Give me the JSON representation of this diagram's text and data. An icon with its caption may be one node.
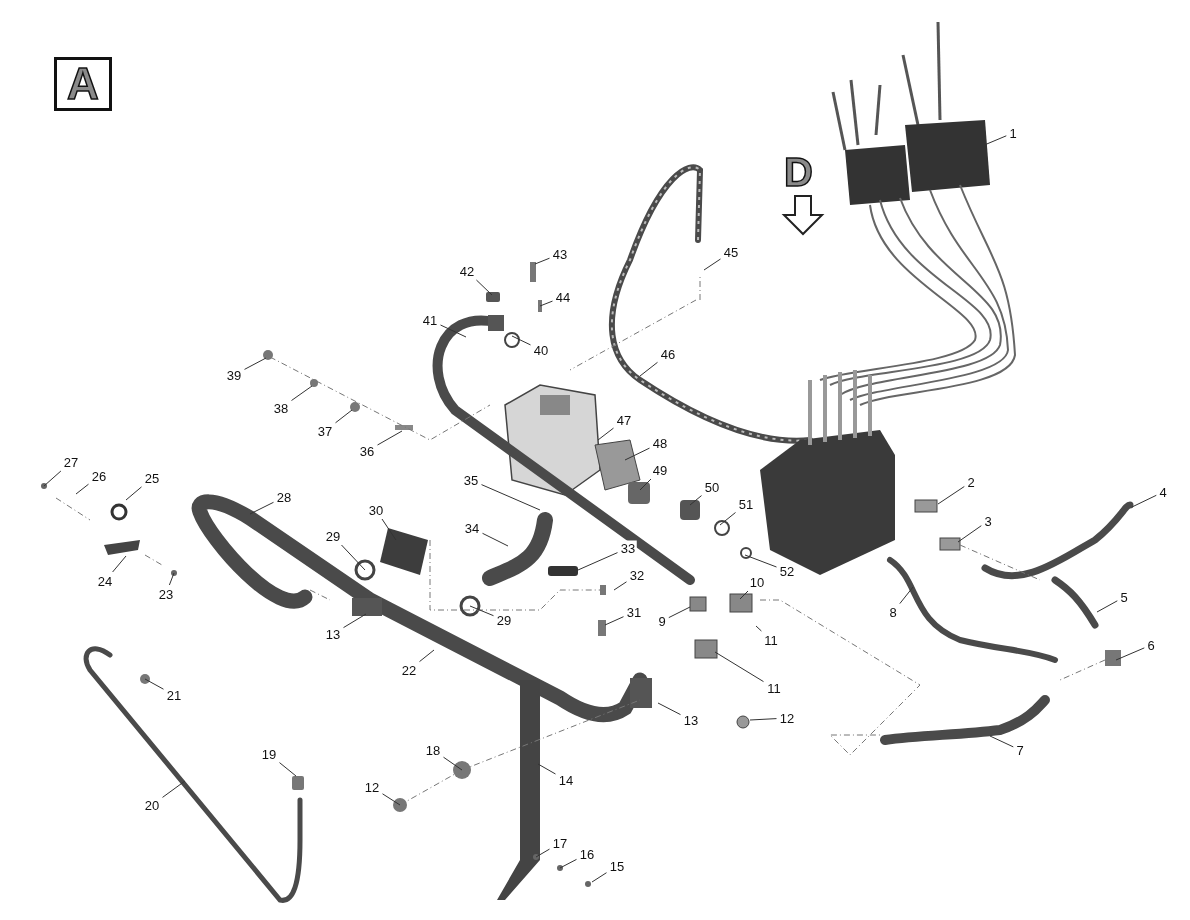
{
  "diagram": {
    "nodes": [
      {
        "text": [
          "A"
        ]
      },
      {
        "text": [
          "1"
        ]
      },
      {
        "text": [
          "2"
        ]
      },
      {
        "text": [
          "3"
        ]
      },
      {
        "text": [
          "4"
        ]
      },
      {
        "text": [
          "5"
        ]
      },
      {
        "text": [
          "6"
        ]
      },
      {
        "text": [
          "7"
        ]
      },
      {
        "text": [
          "8"
        ]
      },
      {
        "text": [
          "9"
        ]
      },
      {
        "text": [
          "10"
        ]
      },
      {
        "text": [
          "11"
        ]
      },
      {
        "text": [
          "11"
        ]
      },
      {
        "text": [
          "12"
        ]
      },
      {
        "text": [
          "12"
        ]
      },
      {
        "text": [
          "13"
        ]
      },
      {
        "text": [
          "13"
        ]
      },
      {
        "text": [
          "14"
        ]
      },
      {
        "text": [
          "15"
        ]
      },
      {
        "text": [
          "16"
        ]
      },
      {
        "text": [
          "17"
        ]
      },
      {
        "text": [
          "18"
        ]
      },
      {
        "text": [
          "19"
        ]
      },
      {
        "text": [
          "20"
        ]
      },
      {
        "text": [
          "21"
        ]
      },
      {
        "text": [
          "22"
        ]
      },
      {
        "text": [
          "23"
        ]
      },
      {
        "text": [
          "24"
        ]
      },
      {
        "text": [
          "25"
        ]
      },
      {
        "text": [
          "26"
        ]
      },
      {
        "text": [
          "27"
        ]
      },
      {
        "text": [
          "28"
        ]
      },
      {
        "text": [
          "29"
        ]
      },
      {
        "text": [
          "29"
        ]
      },
      {
        "text": [
          "30"
        ]
      },
      {
        "text": [
          "31"
        ]
      },
      {
        "text": [
          "32"
        ]
      },
      {
        "text": [
          "33"
        ]
      },
      {
        "text": [
          "34"
        ]
      },
      {
        "text": [
          "35"
        ]
      },
      {
        "text": [
          "36"
        ]
      },
      {
        "text": [
          "37"
        ]
      },
      {
        "text": [
          "38"
        ]
      },
      {
        "text": [
          "39"
        ]
      },
      {
        "text": [
          "40"
        ]
      },
      {
        "text": [
          "41"
        ]
      },
      {
        "text": [
          "42"
        ]
      },
      {
        "text": [
          "43"
        ]
      },
      {
        "text": [
          "44"
        ]
      },
      {
        "text": [
          "45"
        ]
      },
      {
        "text": [
          "46"
        ]
      },
      {
        "text": [
          "47"
        ]
      },
      {
        "text": [
          "48"
        ]
      },
      {
        "text": [
          "49"
        ]
      },
      {
        "text": [
          "50"
        ]
      },
      {
        "text": [
          "51"
        ]
      },
      {
        "text": [
          "52"
        ]
      }
    ],
    "edges": [
      {
        "from": 1,
        "to": null,
        "arrow": "none"
      },
      {
        "from": 2,
        "to": null,
        "arrow": "none"
      },
      {
        "from": 3,
        "to": null,
        "arrow": "none"
      },
      {
        "from": 4,
        "to": null,
        "arrow": "none"
      },
      {
        "from": 5,
        "to": null,
        "arrow": "none"
      },
      {
        "from": 6,
        "to": null,
        "arrow": "none"
      },
      {
        "from": 7,
        "to": null,
        "arrow": "none"
      },
      {
        "from": 8,
        "to": null,
        "arrow": "none"
      },
      {
        "from": 9,
        "to": null,
        "arrow": "none"
      },
      {
        "from": 10,
        "to": null,
        "arrow": "none"
      },
      {
        "from": 11,
        "to": null,
        "arrow": "none"
      },
      {
        "from": 12,
        "to": null,
        "arrow": "none"
      },
      {
        "from": 13,
        "to": null,
        "arrow": "none"
      },
      {
        "from": 14,
        "to": null,
        "arrow": "none"
      },
      {
        "from": 15,
        "to": null,
        "arrow": "none"
      },
      {
        "from": 16,
        "to": null,
        "arrow": "none"
      },
      {
        "from": 17,
        "to": null,
        "arrow": "none"
      },
      {
        "from": 18,
        "to": null,
        "arrow": "none"
      },
      {
        "from": 19,
        "to": null,
        "arrow": "none"
      },
      {
        "from": 20,
        "to": null,
        "arrow": "none"
      },
      {
        "from": 21,
        "to": null,
        "arrow": "none"
      },
      {
        "from": 22,
        "to": null,
        "arrow": "none"
      },
      {
        "from": 23,
        "to": null,
        "arrow": "none"
      },
      {
        "from": 24,
        "to": null,
        "arrow": "none"
      },
      {
        "from": 25,
        "to": null,
        "arrow": "none"
      },
      {
        "from": 26,
        "to": null,
        "arrow": "none"
      },
      {
        "from": 27,
        "to": null,
        "arrow": "none"
      },
      {
        "from": 28,
        "to": null,
        "arrow": "none"
      },
      {
        "from": 29,
        "to": null,
        "arrow": "none"
      },
      {
        "from": 30,
        "to": null,
        "arrow": "none"
      },
      {
        "from": 31,
        "to": null,
        "arrow": "none"
      },
      {
        "from": 32,
        "to": null,
        "arrow": "none"
      },
      {
        "from": 33,
        "to": null,
        "arrow": "none"
      },
      {
        "from": 34,
        "to": null,
        "arrow": "none"
      },
      {
        "from": 35,
        "to": null,
        "arrow": "none"
      },
      {
        "from": 36,
        "to": null,
        "arrow": "none"
      },
      {
        "from": 37,
        "to": null,
        "arrow": "none"
      },
      {
        "from": 38,
        "to": null,
        "arrow": "none"
      },
      {
        "from": 39,
        "to": null,
        "arrow": "none"
      },
      {
        "from": 40,
        "to": null,
        "arrow": "none"
      },
      {
        "from": 41,
        "to": null,
        "arrow": "none"
      },
      {
        "from": 42,
        "to": null,
        "arrow": "none"
      },
      {
        "from": 43,
        "to": null,
        "arrow": "none"
      },
      {
        "from": 44,
        "to": null,
        "arrow": "none"
      },
      {
        "from": 45,
        "to": null,
        "arrow": "none"
      },
      {
        "from": 46,
        "to": null,
        "arrow": "none"
      },
      {
        "from": 47,
        "to": null,
        "arrow": "none"
      },
      {
        "from": 48,
        "to": null,
        "arrow": "none"
      },
      {
        "from": 49,
        "to": null,
        "arrow": "none"
      },
      {
        "from": 50,
        "to": null,
        "arrow": "none"
      },
      {
        "from": 51,
        "to": null,
        "arrow": "none"
      },
      {
        "from": 52,
        "to": null,
        "arrow": "none"
      },
      {
        "from": 53,
        "to": null,
        "arrow": "none"
      },
      {
        "from": 54,
        "to": null,
        "arrow": "none"
      },
      {
        "from": 55,
        "to": null,
        "arrow": "none"
      },
      {
        "from": 56,
        "to": null,
        "arrow": "none"
      }
    ],
    "labels": [
      "D"
    ]
  }
}
